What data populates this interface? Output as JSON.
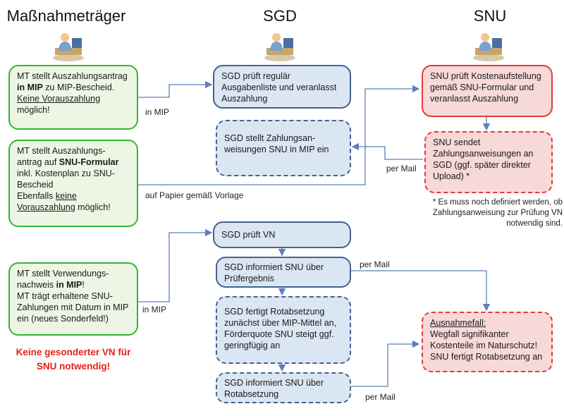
{
  "columns": {
    "massnahmetraeger": "Maßnahmeträger",
    "sgd": "SGD",
    "snu": "SNU"
  },
  "boxes": {
    "mt_mip_request": {
      "pre": "MT stellt Auszahlungsantrag ",
      "bold": "in MIP",
      "post": " zu MIP-Bescheid.",
      "underline": "Keine Vorauszahlung",
      "tail": "möglich!"
    },
    "sgd_check_list": "SGD prüft regulär Ausgabenliste und veranlasst Auszahlung",
    "snu_check_costs": "SNU prüft Kostenaufstellung gemäß SNU-Formular und veranlasst Auszahlung",
    "sgd_payment_orders": "SGD stellt Zahlungsan-weisungen SNU in MIP ein",
    "snu_send_orders": "SNU sendet Zahlungsanweisungen an SGD (ggf. später direkter Upload) *",
    "mt_snu_request": {
      "pre": "MT stellt Auszahlungs-antrag auf ",
      "bold": "SNU-Formular",
      "mid": " inkl. Kostenplan zu SNU-Bescheid",
      "line2": "Ebenfalls ",
      "underline1": "keine",
      "underline2": "Vorauszahlung",
      "tail": " möglich!"
    },
    "sgd_check_vn": "SGD prüft VN",
    "sgd_inform_snu": "SGD informiert SNU über Prüfergebnis",
    "mt_vn": {
      "pre": "MT stellt Verwendungs-nachweis ",
      "bold": "in MIP",
      "post": "!",
      "line2": "MT trägt erhaltene SNU-Zahlungen mit Datum in MIP ein (neues Sonderfeld!)"
    },
    "sgd_rotabsetzung": "SGD fertigt Rotabsetzung zunächst über MIP-Mittel an, Förderquote SNU steigt ggf. geringfügig an",
    "snu_exception": {
      "underline": "Ausnahmefall:",
      "text": "Wegfall signifikanter Kostenteile im Naturschutz! SNU fertigt Rotabsetzung an"
    },
    "sgd_inform_rotabsetzung": "SGD informiert SNU über Rotabsetzung"
  },
  "labels": {
    "in_mip_1": "in MIP",
    "per_mail_1": "per Mail",
    "auf_papier": "auf Papier gemäß Vorlage",
    "in_mip_2": "in MIP",
    "per_mail_2": "per Mail",
    "per_mail_3": "per Mail"
  },
  "notes": {
    "footnote": "* Es muss noch definiert werden, ob Zahlungsanweisung zur Prüfung VN notwendig sind.",
    "red_note": "Keine gesonderter VN für SNU notwendig!"
  },
  "colors": {
    "green_border": "#35b535",
    "green_fill": "#eef5e4",
    "blue_border": "#44628f",
    "blue_fill": "#dbe6f3",
    "red_border": "#e13a3a",
    "red_fill": "#f7d9d9",
    "arrow": "#5b7fbf",
    "red_text": "#e3211b"
  }
}
